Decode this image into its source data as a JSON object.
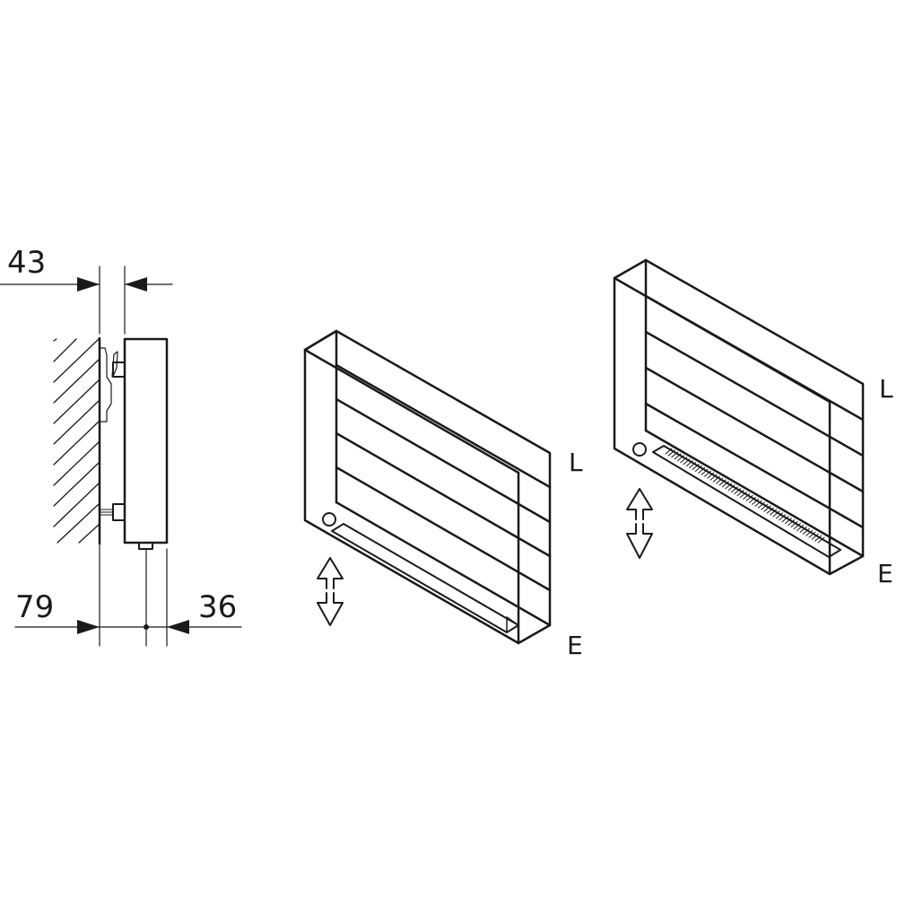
{
  "side_view": {
    "dim_top": "43",
    "dim_bottom_left": "79",
    "dim_bottom_right": "36"
  },
  "radiator_a": {
    "label_top": "L",
    "label_bottom": "E"
  },
  "radiator_b": {
    "label_top": "L",
    "label_bottom": "E"
  },
  "colors": {
    "line": "#1a1a1a",
    "background": "#ffffff"
  }
}
